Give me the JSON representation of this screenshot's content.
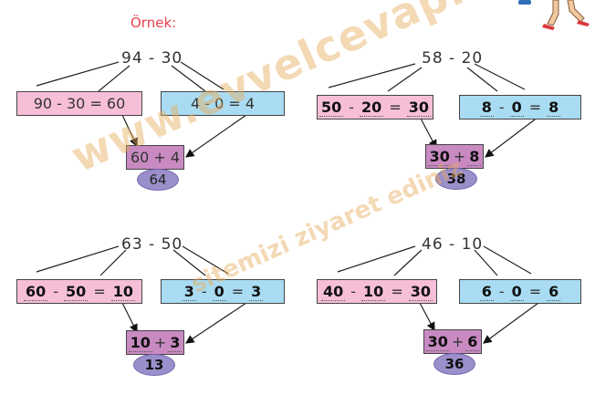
{
  "heading": "Örnek:",
  "watermark": {
    "site": "www.evvelcevap.com",
    "slogan": "sitemizi ziyaret ediniz"
  },
  "problems": [
    {
      "expression": "94 - 30",
      "tens_line": "90 - 30 = 60",
      "ones_line": "4 - 0 = 4",
      "sum_line": "60 + 4",
      "result": "64"
    },
    {
      "expression": "58 - 20",
      "tens": [
        "50",
        "20",
        "30"
      ],
      "ones": [
        "8",
        "0",
        "8"
      ],
      "sum": [
        "30",
        "8"
      ],
      "result": "38"
    },
    {
      "expression": "63 - 50",
      "tens": [
        "60",
        "50",
        "10"
      ],
      "ones": [
        "3",
        "0",
        "3"
      ],
      "sum": [
        "10",
        "3"
      ],
      "result": "13"
    },
    {
      "expression": "46 - 10",
      "tens": [
        "40",
        "10",
        "30"
      ],
      "ones": [
        "6",
        "0",
        "6"
      ],
      "sum": [
        "30",
        "6"
      ],
      "result": "36"
    }
  ]
}
